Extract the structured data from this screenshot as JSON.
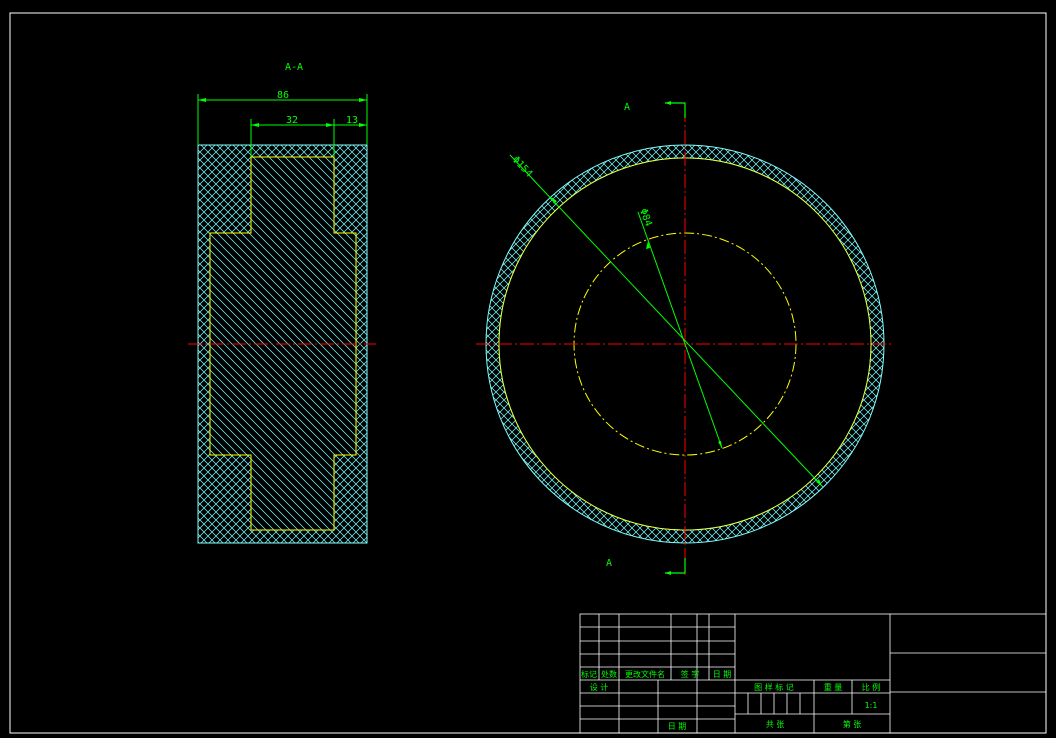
{
  "drawing": {
    "section_label": "A-A",
    "view_labels": {
      "top": "A",
      "bottom": "A"
    },
    "dimensions": {
      "overall_width": "86",
      "inner_width": "32",
      "right_offset": "13",
      "outer_diameter": "Φ154",
      "inner_diameter": "Φ84"
    }
  },
  "title_block": {
    "revision_row": [
      "标记",
      "处数",
      "更改文件名",
      "签 字",
      "日 期"
    ],
    "design_label": "设 计",
    "date_label": "日 期",
    "stage_label": "图 样 标 记",
    "weight_label": "重 量",
    "scale_label": "比 例",
    "scale_value": "1:1",
    "sheet_total_label": "共 张",
    "sheet_label": "第 张"
  },
  "colors": {
    "background": "#000000",
    "frame": "#ffffff",
    "green": "#00ff00",
    "cyan": "#80ffff",
    "yellow": "#ffff00",
    "red": "#ff0000"
  }
}
